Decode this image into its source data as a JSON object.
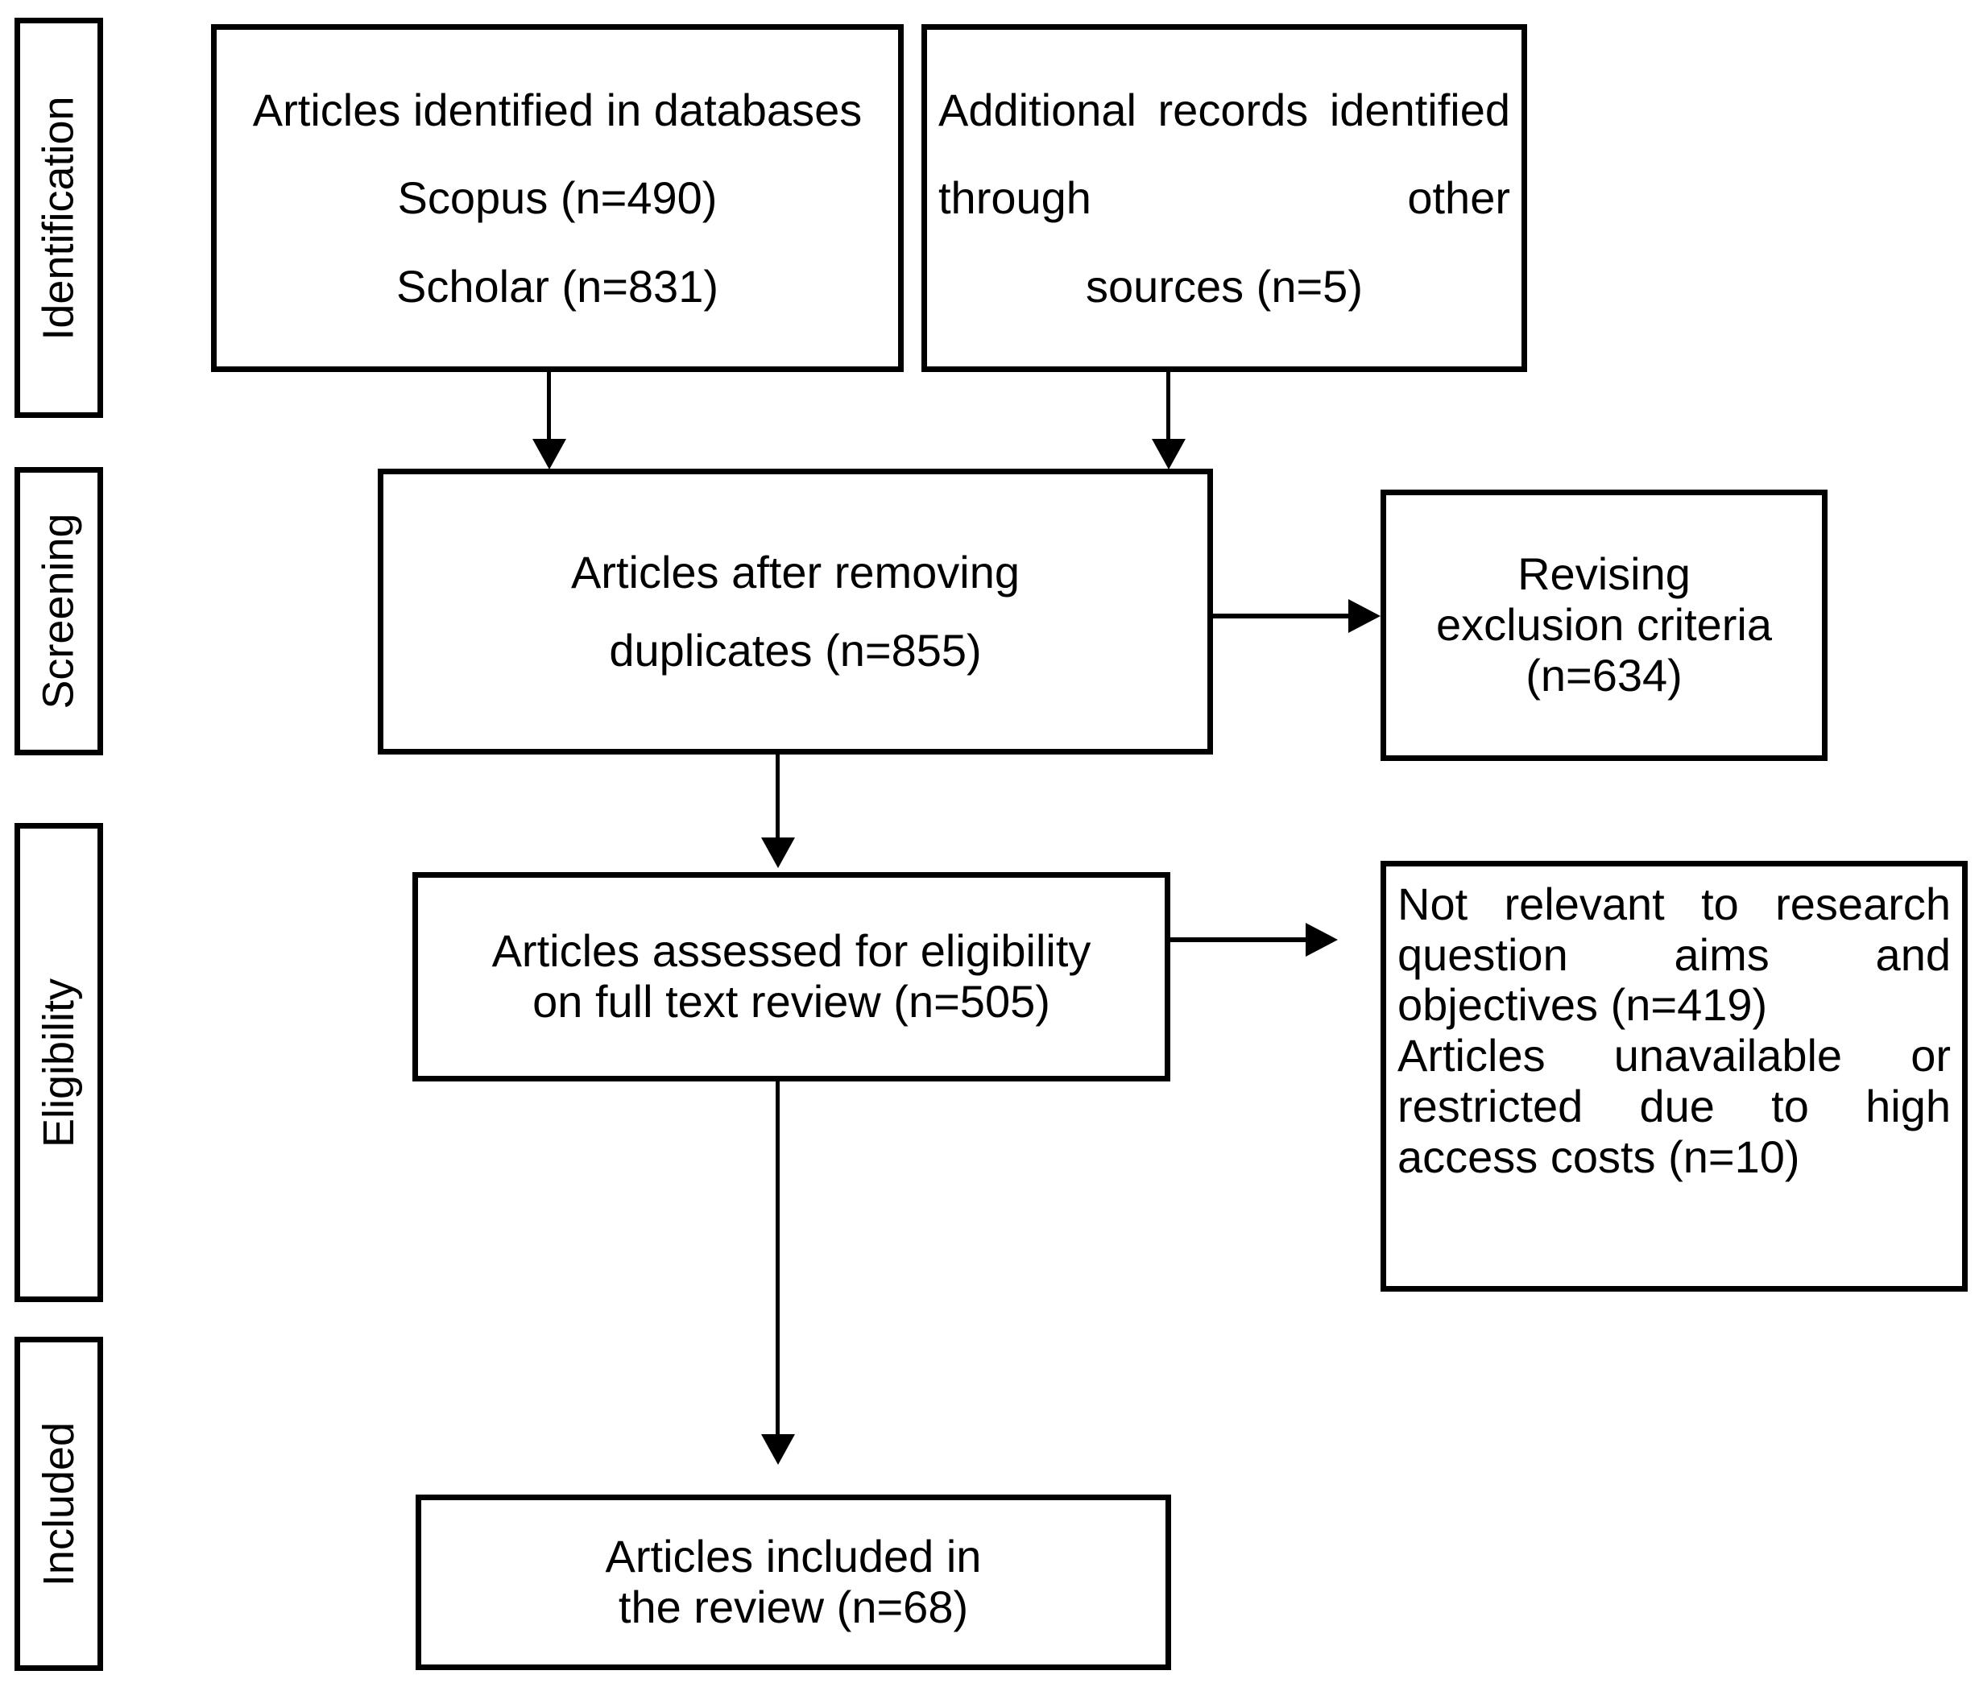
{
  "diagram": {
    "type": "prisma-flow-diagram",
    "stage_labels": [
      {
        "id": "identification",
        "label": "Identification"
      },
      {
        "id": "screening",
        "label": "Screening"
      },
      {
        "id": "eligibility",
        "label": "Eligibility"
      },
      {
        "id": "included",
        "label": "Included"
      }
    ],
    "boxes": {
      "databases": {
        "lines": [
          "Articles identified in databases",
          "Scopus (n=490)",
          "Scholar (n=831)"
        ]
      },
      "other_sources": {
        "lines": [
          "Additional records identified through other",
          "sources (n=5)"
        ]
      },
      "after_duplicates": {
        "lines": [
          "Articles after removing",
          "duplicates (n=855)"
        ]
      },
      "revising_exclusion": {
        "lines": [
          "Revising",
          "exclusion criteria",
          "(n=634)"
        ]
      },
      "eligibility_assessed": {
        "lines": [
          "Articles assessed for eligibility",
          "on full text review (n=505)"
        ]
      },
      "exclusion_reasons": {
        "lines": [
          "Not relevant to research question aims and objectives (n=419)",
          "Articles unavailable or restricted due to high access costs (n=10)"
        ]
      },
      "included_final": {
        "lines": [
          "Articles included in",
          "the review (n=68)"
        ]
      }
    },
    "counts": {
      "scopus": 490,
      "scholar": 831,
      "other_sources": 5,
      "after_duplicates": 855,
      "revising_exclusion": 634,
      "assessed_full_text": 505,
      "not_relevant": 419,
      "unavailable_restricted": 10,
      "included": 68
    },
    "colors": {
      "stroke": "#000000",
      "fill": "#ffffff",
      "text": "#000000"
    }
  }
}
